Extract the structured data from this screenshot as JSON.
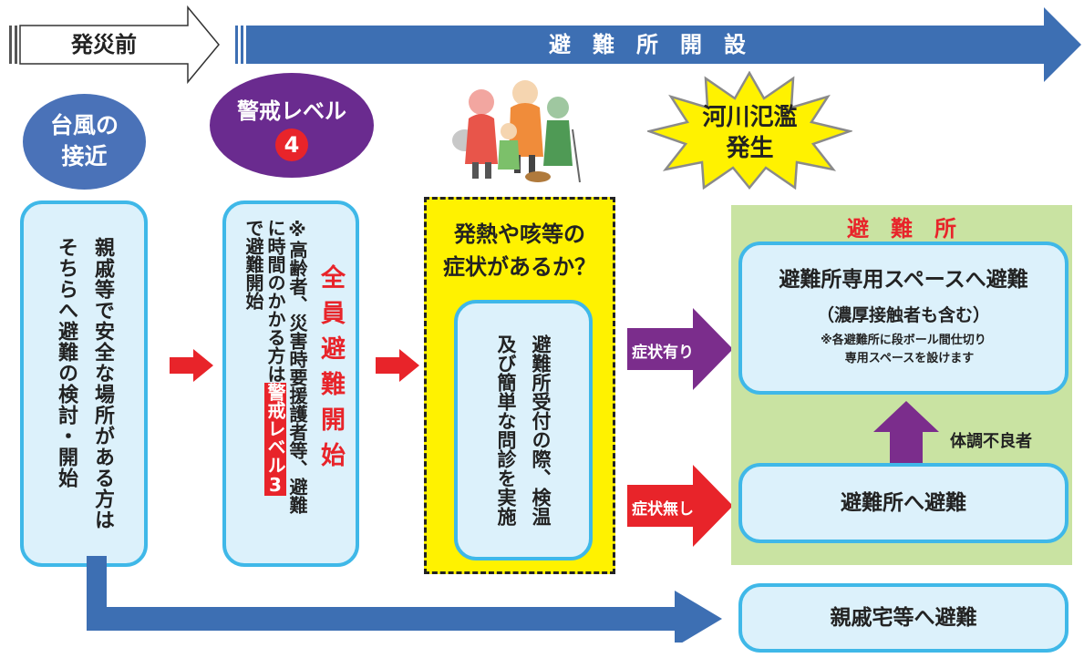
{
  "timeline": {
    "before_label": "発災前",
    "open_label": "避　難　所　開　設"
  },
  "stages": {
    "typhoon": "台風の\n接近",
    "alert_text": "警戒レベル",
    "alert_number": "4",
    "flood": "河川氾濫\n発生"
  },
  "boxes": {
    "relatives_text": "親戚等で安全な場所がある方は\nそちらへ避難の検討・開始",
    "all_evac": "全員避難開始",
    "note_line1": "※高齢者、災害時要援護者等、避難",
    "note_line2": "に時間のかかる方は",
    "note_highlight": "警戒レベル3",
    "note_line3": "で避難開始",
    "symptom_question": "発熱や咳等の\n症状があるか？",
    "reception": "避難所受付の際、検温\n及び簡単な問診を実施"
  },
  "shelter": {
    "title": "避　難　所",
    "special_title": "避難所専用スペースへ避難",
    "special_sub": "（濃厚接触者も含む）",
    "special_note": "※各避難所に段ボール間仕切り\n　専用スペースを設けます",
    "normal": "避難所へ避難",
    "unwell": "体調不良者"
  },
  "tags": {
    "symptom_yes": "症状有り",
    "symptom_no": "症状無し"
  },
  "relatives_home": "親戚宅等へ避難",
  "colors": {
    "timeline_blue": "#3d6fb3",
    "box_border": "#3fb8e8",
    "box_fill": "#dcf1fb",
    "alert_purple": "#6a2b8f",
    "red": "#e8242a",
    "yellow": "#fff200",
    "shelter_green": "#c9e3a2"
  }
}
